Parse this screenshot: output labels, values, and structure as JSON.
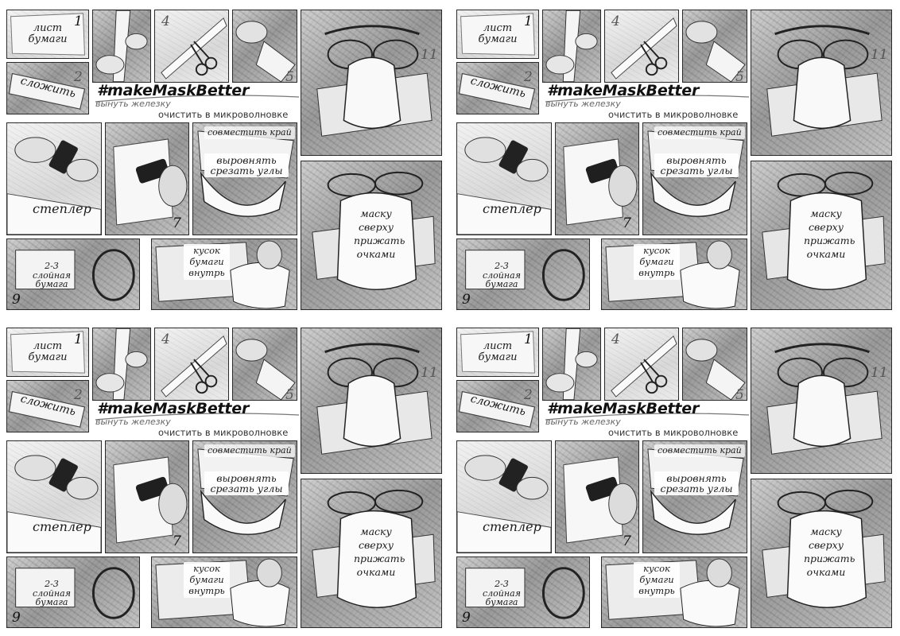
{
  "steps": {
    "paper_sheet": "лист\nбумаги",
    "fold": "сложить",
    "hashtag": "#makeMaskBetter",
    "remove_wire": "вынуть железку",
    "microwave": "очистить в микроволновке",
    "align_edge": "совместить край",
    "align_cut": "выровнять\nсрезать углы",
    "stapler": "степлер",
    "ply_paper": "2-3 слойная\nбумага",
    "paper_inside": "кусок\nбумаги\nвнутрь",
    "press_glasses": "маску\nсверху\nприжать\nочками"
  },
  "step_numbers": {
    "n1": "1",
    "n2": "2",
    "n4": "4",
    "n5": "5",
    "n7": "7",
    "n9": "9",
    "n11": "11"
  },
  "colors": {
    "ink": "#1a1a1a",
    "paper": "#ffffff",
    "pencil_gray": "#9a9a9a"
  },
  "icons": {
    "scissors": "scissors-icon",
    "stapler": "stapler-icon",
    "glasses": "glasses-icon",
    "mask": "mask-icon",
    "hand": "hand-icon"
  }
}
